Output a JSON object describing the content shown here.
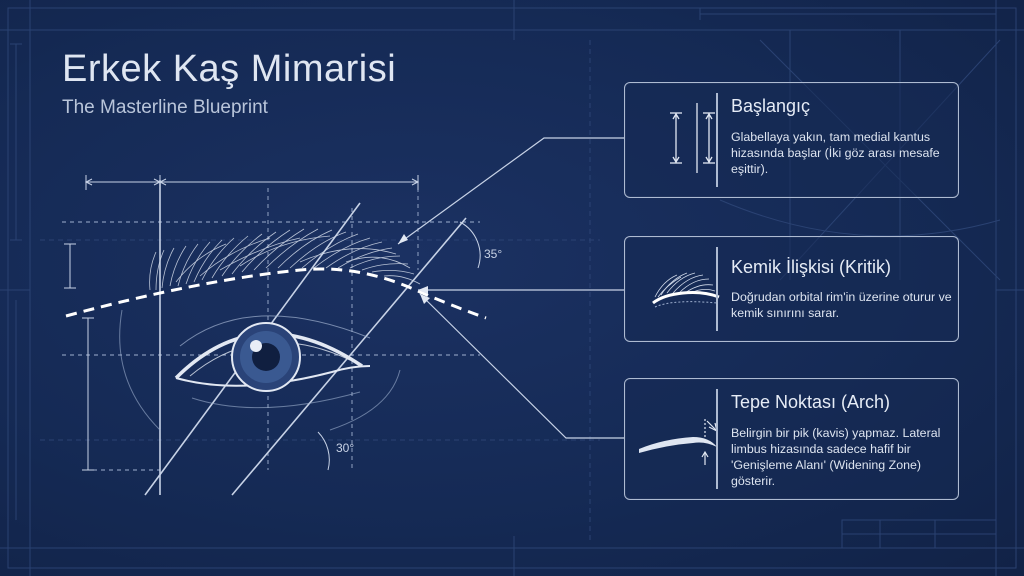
{
  "header": {
    "title": "Erkek Kaş Mimarisi",
    "subtitle": "The Masterline Blueprint"
  },
  "angles": {
    "upper": "35°",
    "lower": "30°"
  },
  "cards": [
    {
      "heading": "Başlangıç",
      "body": "Glabellaya yakın, tam medial kantus hizasında başlar (İki göz arası mesafe eşittir).",
      "icon": "vertical-measure-icon"
    },
    {
      "heading": "Kemik İlişkisi (Kritik)",
      "body": "Doğrudan orbital rim'in üzerine oturur ve kemik sınırını sarar.",
      "icon": "brow-bone-icon"
    },
    {
      "heading": "Tepe Noktası (Arch)",
      "body": "Belirgin bir pik (kavis) yapmaz. Lateral limbus hizasında sadece hafif bir 'Genişleme Alanı' (Widening Zone) gösterir.",
      "icon": "arch-icon"
    }
  ],
  "colors": {
    "background": "#15284f",
    "line": "#c7d2e6",
    "accent": "#ffffff"
  }
}
